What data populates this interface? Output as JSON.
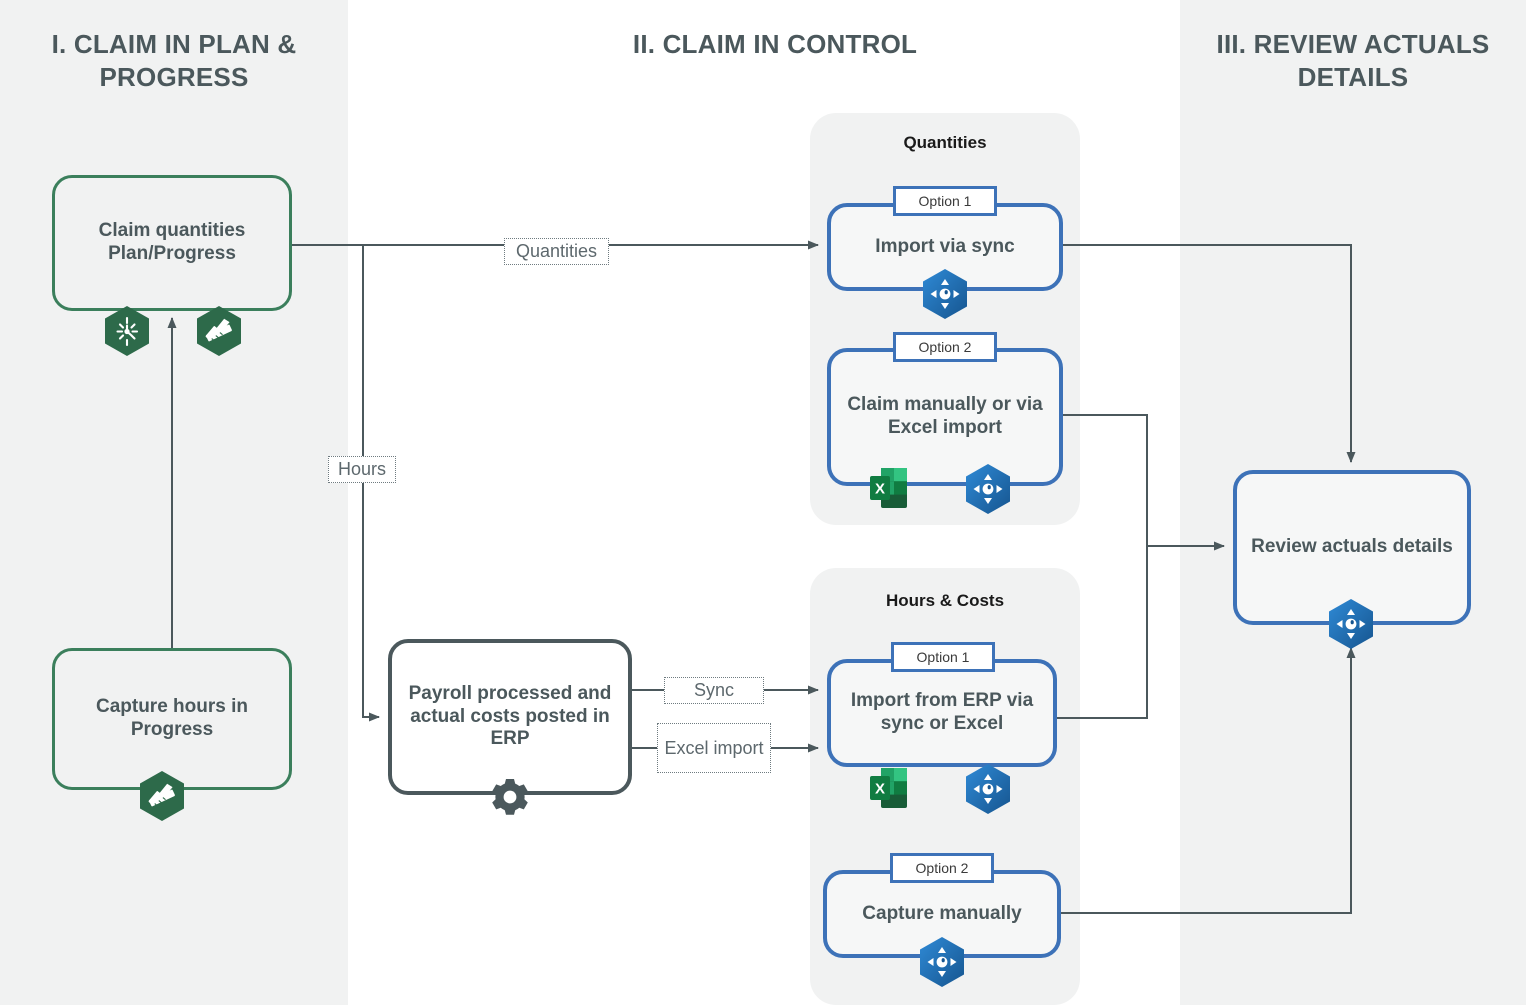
{
  "columns": [
    {
      "id": "col-1",
      "title": "I. CLAIM IN PLAN & PROGRESS"
    },
    {
      "id": "col-2",
      "title": "II. CLAIM IN CONTROL"
    },
    {
      "id": "col-3",
      "title": "III. REVIEW ACTUALS DETAILS"
    }
  ],
  "groups": {
    "quantities": {
      "label": "Quantities"
    },
    "hours_costs": {
      "label": "Hours & Costs"
    }
  },
  "nodes": {
    "claim_quantities": {
      "label": "Claim quantities Plan/Progress",
      "color": "#3b7f5c"
    },
    "capture_hours": {
      "label": "Capture hours in Progress",
      "color": "#3b7f5c"
    },
    "payroll_erp": {
      "label": "Payroll processed and actual costs posted in ERP",
      "color": "#4b585c"
    },
    "import_via_sync": {
      "label": "Import via sync",
      "color": "#3d72b8"
    },
    "claim_manually_excel": {
      "label": "Claim manually or via Excel import",
      "color": "#3d72b8"
    },
    "import_from_erp": {
      "label": "Import from ERP via sync or Excel",
      "color": "#3d72b8"
    },
    "capture_manually": {
      "label": "Capture manually",
      "color": "#3d72b8"
    },
    "review_actuals": {
      "label": "Review actuals details",
      "color": "#3d72b8"
    }
  },
  "option_tabs": {
    "quantities_opt1": "Option 1",
    "quantities_opt2": "Option 2",
    "hours_opt1": "Option 1",
    "hours_opt2": "Option 2"
  },
  "edge_labels": {
    "quantities": "Quantities",
    "hours": "Hours",
    "sync": "Sync",
    "excel_import": "Excel import"
  },
  "icons": {
    "time_tracking": "clock-rays-icon",
    "ruler_pencil": "ruler-pencil-icon",
    "gear": "gear-icon",
    "control_pad": "control-pad-icon",
    "excel": "excel-icon"
  },
  "colors": {
    "band_background": "#f1f2f2",
    "page_background": "#ffffff",
    "green": "#3b7f5c",
    "green_badge": "#2d6a4a",
    "dark_slate": "#4b585c",
    "blue": "#3d72b8",
    "blue_badge_start": "#2f86d0",
    "blue_badge_end": "#175c9e",
    "excel_green": "#21a366",
    "connector": "#4b585c"
  }
}
